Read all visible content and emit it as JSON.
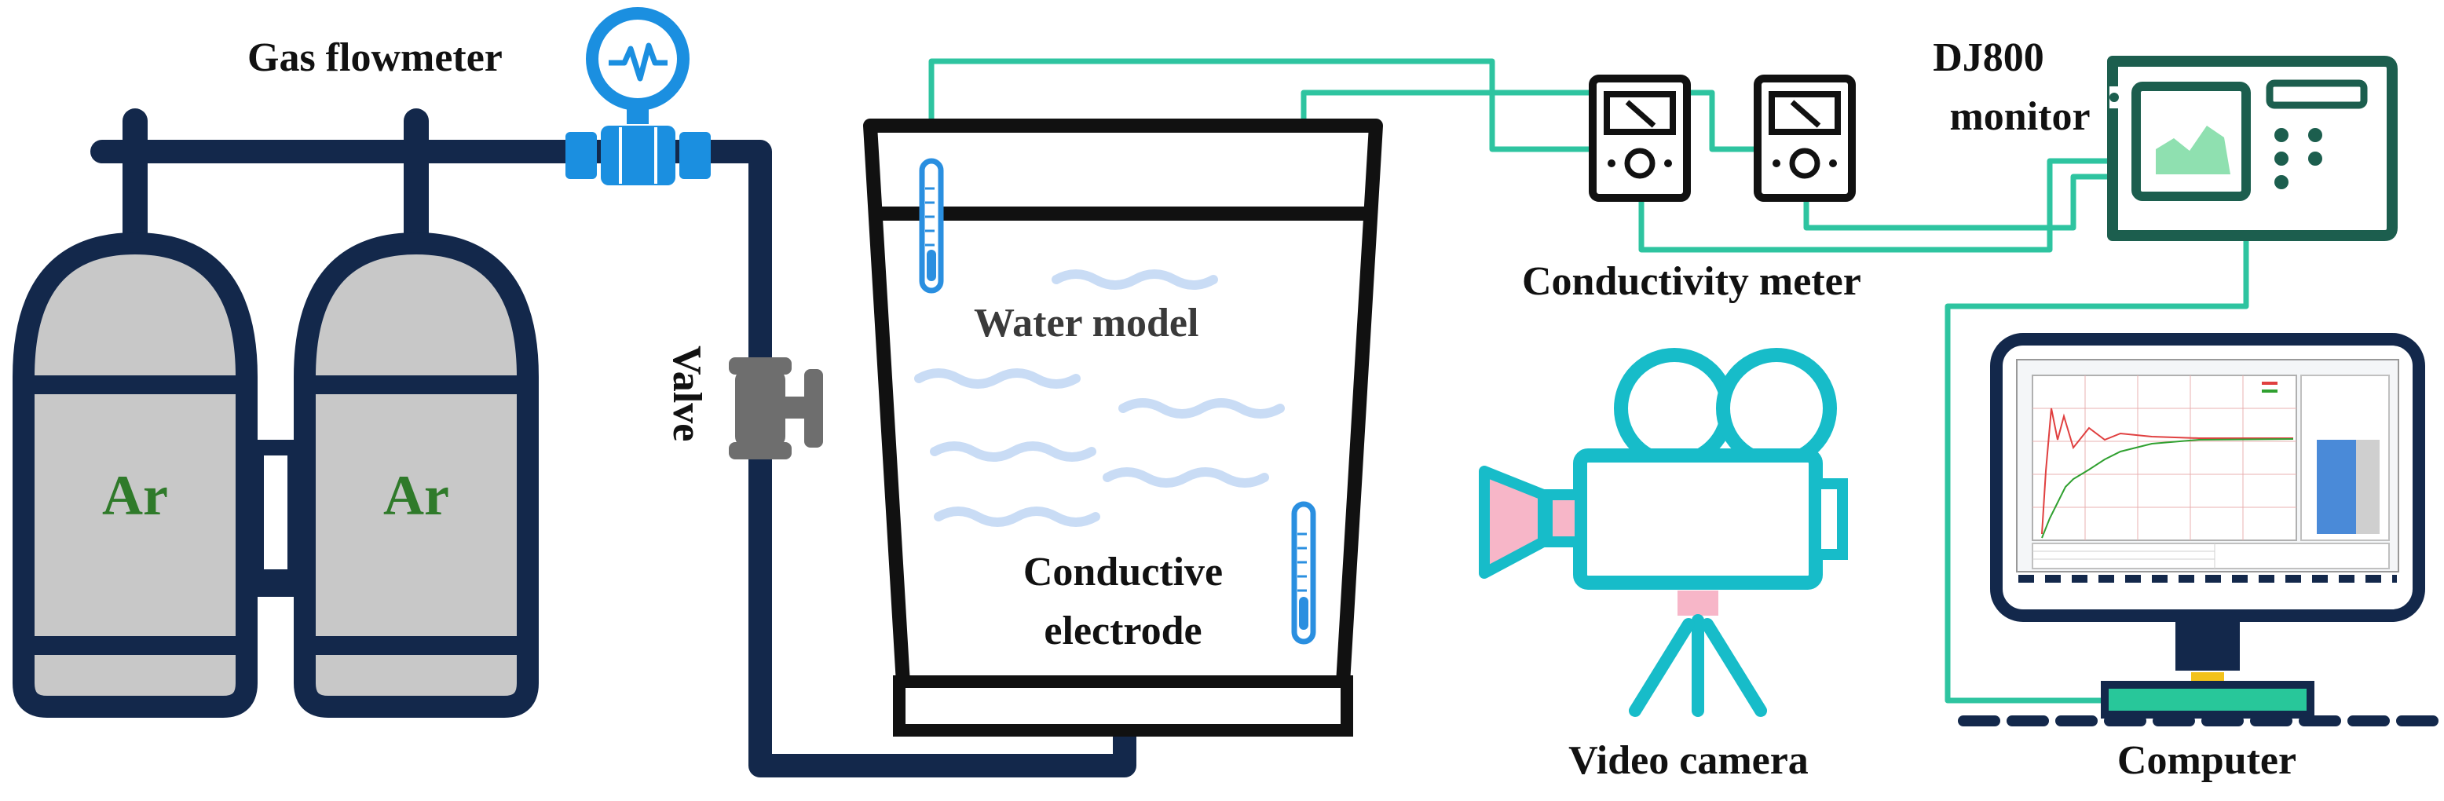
{
  "labels": {
    "gas_flowmeter": "Gas flowmeter",
    "valve": "Valve",
    "gas_left": "Ar",
    "gas_right": "Ar",
    "water_model": "Water model",
    "conductive_electrode_line1": "Conductive",
    "conductive_electrode_line2": "electrode",
    "conductivity_meter": "Conductivity meter",
    "monitor_line1": "DJ800",
    "monitor_line2": "monitor",
    "video_camera": "Video camera",
    "computer": "Computer"
  },
  "colors": {
    "navy": "#13284b",
    "cylinder_gray": "#c8c8c8",
    "ar_text": "#2f7a2a",
    "wire_green": "#2ec4a0",
    "flowmeter_blue": "#1b8fe0",
    "camera_cyan": "#17bcc9",
    "camera_pink": "#f7b6c8",
    "probe_blue": "#2a8fe0",
    "monitor_green": "#1c5e4e",
    "screen_fill": "#8fe0b0",
    "wave_blue": "#c9dcf5",
    "computer_base": "#28c79a",
    "computer_neck": "#f3c21b"
  },
  "icons": [
    "gas-cylinder-icon",
    "flowmeter-icon",
    "valve-icon",
    "water-tank-icon",
    "electrode-probe-icon",
    "conductivity-meter-icon",
    "monitor-device-icon",
    "video-camera-icon",
    "computer-icon"
  ]
}
